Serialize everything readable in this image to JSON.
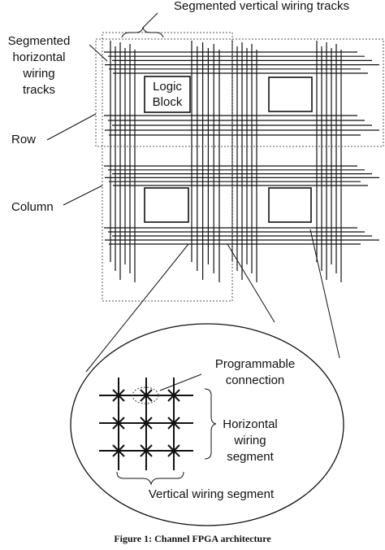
{
  "labels": {
    "vertical_tracks": "Segmented vertical wiring tracks",
    "horizontal_tracks": [
      "Segmented",
      "horizontal",
      "wiring",
      "tracks"
    ],
    "logic_block": [
      "Logic",
      "Block"
    ],
    "row": "Row",
    "column": "Column",
    "programmable_connection": [
      "Programmable",
      "connection"
    ],
    "horizontal_segment": [
      "Horizontal",
      "wiring",
      "segment"
    ],
    "vertical_segment": "Vertical wiring segment"
  },
  "caption": "Figure 1: Channel FPGA architecture",
  "colors": {
    "ink": "#111111",
    "background": "#ffffff",
    "dotted_outline": "#555555"
  }
}
